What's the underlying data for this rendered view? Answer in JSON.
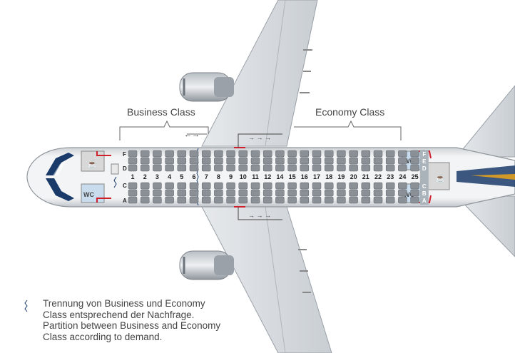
{
  "labels": {
    "business_class": "Business Class",
    "economy_class": "Economy Class",
    "wc": "WC"
  },
  "rows": [
    1,
    2,
    3,
    4,
    5,
    6,
    7,
    8,
    9,
    10,
    11,
    12,
    14,
    15,
    16,
    17,
    18,
    19,
    20,
    21,
    22,
    23,
    24,
    25
  ],
  "front_letters": [
    "F",
    "D",
    "C",
    "A"
  ],
  "rear_letters": [
    "F",
    "E",
    "D",
    "C",
    "B",
    "A"
  ],
  "legend": {
    "line1": "Trennung von Business und Economy",
    "line2": "Class entsprechend der Nachfrage.",
    "line3": "Partition between Business and Economy",
    "line4": "Class according to demand."
  },
  "colors": {
    "seat": "#8a9096",
    "exit_red": "#d0202c",
    "window_blue": "#1a3a6a",
    "galley": "#d8d8d8",
    "lavatory_blue": "#c8dcee"
  }
}
